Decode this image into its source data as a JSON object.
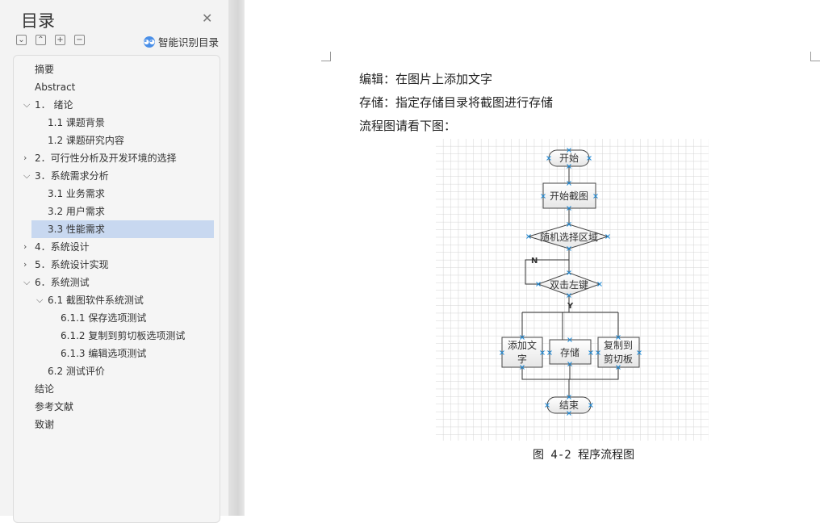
{
  "sidebar": {
    "title": "目录",
    "smart_label": "智能识别目录",
    "toolbar": [
      "expand",
      "collapse",
      "add",
      "remove"
    ],
    "items": [
      {
        "label": "摘要",
        "level": 1,
        "chevron": ""
      },
      {
        "label": "Abstract",
        "level": 1,
        "chevron": ""
      },
      {
        "label": "1． 绪论",
        "level": 1,
        "chevron": "down"
      },
      {
        "label": "1.1 课题背景",
        "level": 2,
        "chevron": ""
      },
      {
        "label": "1.2 课题研究内容",
        "level": 2,
        "chevron": ""
      },
      {
        "label": "2．可行性分析及开发环境的选择",
        "level": 1,
        "chevron": "right"
      },
      {
        "label": "3．系统需求分析",
        "level": 1,
        "chevron": "down"
      },
      {
        "label": "3.1 业务需求",
        "level": 2,
        "chevron": ""
      },
      {
        "label": "3.2 用户需求",
        "level": 2,
        "chevron": ""
      },
      {
        "label": "3.3 性能需求",
        "level": 2,
        "chevron": "",
        "selected": true
      },
      {
        "label": "4．系统设计",
        "level": 1,
        "chevron": "right"
      },
      {
        "label": "5．系统设计实现",
        "level": 1,
        "chevron": "right"
      },
      {
        "label": "6．系统测试",
        "level": 1,
        "chevron": "down"
      },
      {
        "label": "6.1 截图软件系统测试",
        "level": 2,
        "chevron": "down"
      },
      {
        "label": "6.1.1 保存选项测试",
        "level": 3,
        "chevron": ""
      },
      {
        "label": "6.1.2 复制到剪切板选项测试",
        "level": 3,
        "chevron": ""
      },
      {
        "label": "6.1.3 编辑选项测试",
        "level": 3,
        "chevron": ""
      },
      {
        "label": "6.2 测试评价",
        "level": 2,
        "chevron": ""
      },
      {
        "label": "结论",
        "level": 1,
        "chevron": ""
      },
      {
        "label": "参考文献",
        "level": 1,
        "chevron": ""
      },
      {
        "label": "致谢",
        "level": 1,
        "chevron": ""
      }
    ]
  },
  "document": {
    "lines": [
      "编辑：在图片上添加文字",
      "存储：指定存储目录将截图进行存储",
      "流程图请看下图："
    ],
    "caption": "图 4-2 程序流程图",
    "flow": {
      "start": "开始",
      "capture": "开始截图",
      "select": "随机选择区域",
      "dblclick": "双击左键",
      "n": "N",
      "y": "Y",
      "add_text_1": "添加文",
      "add_text_2": "字",
      "save": "存储",
      "copy_1": "复制到",
      "copy_2": "剪切板",
      "end": "结束"
    }
  }
}
